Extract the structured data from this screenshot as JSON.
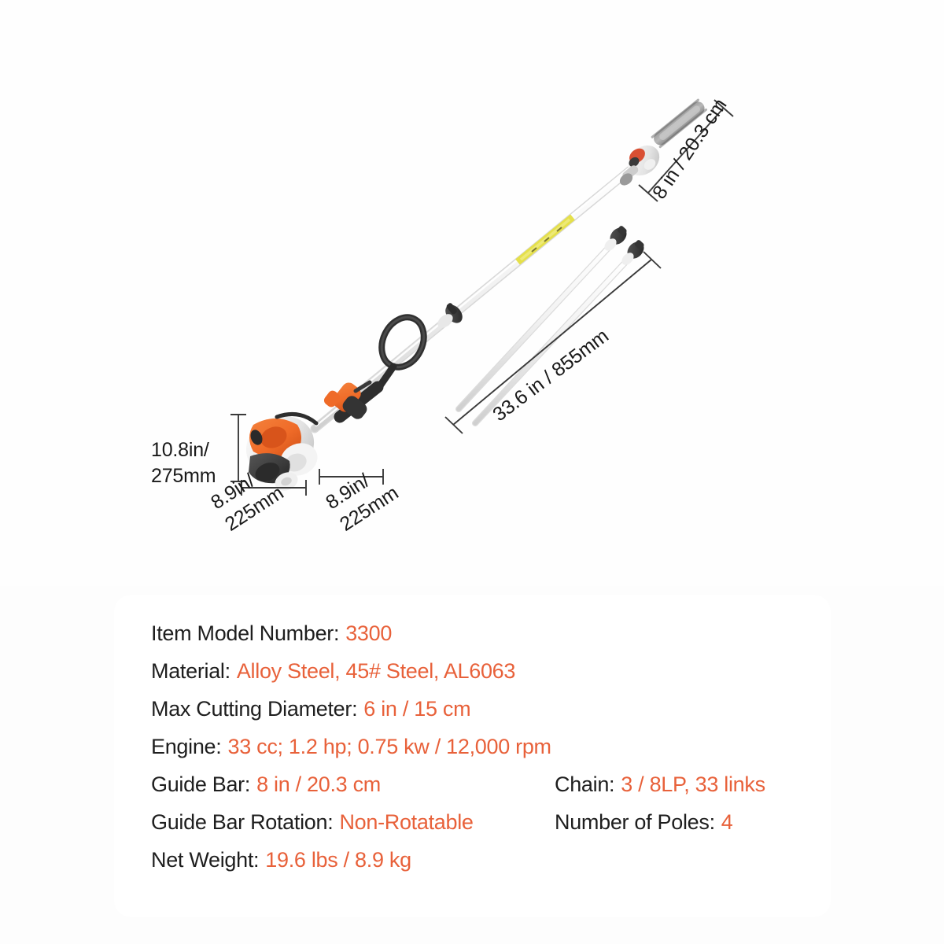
{
  "product_image": {
    "alt_name": "gas pole saw pruner with extension poles",
    "dimension_callouts": [
      {
        "id": "guide-bar",
        "text": "8 in / 20.3 cm"
      },
      {
        "id": "pole-length",
        "text": "33.6 in / 855mm"
      },
      {
        "id": "engine-height-line1",
        "text": "10.8in/"
      },
      {
        "id": "engine-height-line2",
        "text": "275mm"
      },
      {
        "id": "engine-width1-line1",
        "text": "8.9in/"
      },
      {
        "id": "engine-width1-line2",
        "text": "225mm"
      },
      {
        "id": "engine-width2-line1",
        "text": "8.9in/"
      },
      {
        "id": "engine-width2-line2",
        "text": "225mm"
      }
    ]
  },
  "colors": {
    "accent_orange": "#e8613a",
    "text_dark": "#1e1e1e",
    "page_background": "#fdfdfd",
    "card_background": "#ffffff",
    "product_orange": "#ef6b28",
    "product_decal_yellow": "#e5e04a"
  },
  "spec_card": {
    "rows": [
      {
        "columns": [
          {
            "label": "Item Model Number:",
            "value": "3300"
          }
        ]
      },
      {
        "columns": [
          {
            "label": "Material:",
            "value": "Alloy Steel, 45# Steel, AL6063"
          }
        ]
      },
      {
        "columns": [
          {
            "label": "Max Cutting Diameter:",
            "value": "6 in / 15 cm"
          }
        ]
      },
      {
        "columns": [
          {
            "label": "Engine:",
            "value": "33 cc; 1.2 hp; 0.75 kw / 12,000 rpm"
          }
        ]
      },
      {
        "columns": [
          {
            "label": "Guide Bar:",
            "value": "8 in / 20.3 cm"
          },
          {
            "label": "Chain:",
            "value": "3 / 8LP, 33 links"
          }
        ]
      },
      {
        "columns": [
          {
            "label": "Guide Bar Rotation:",
            "value": "Non-Rotatable"
          },
          {
            "label": "Number of Poles:",
            "value": "4"
          }
        ]
      },
      {
        "columns": [
          {
            "label": "Net Weight:",
            "value": "19.6 lbs / 8.9 kg"
          }
        ]
      }
    ]
  }
}
